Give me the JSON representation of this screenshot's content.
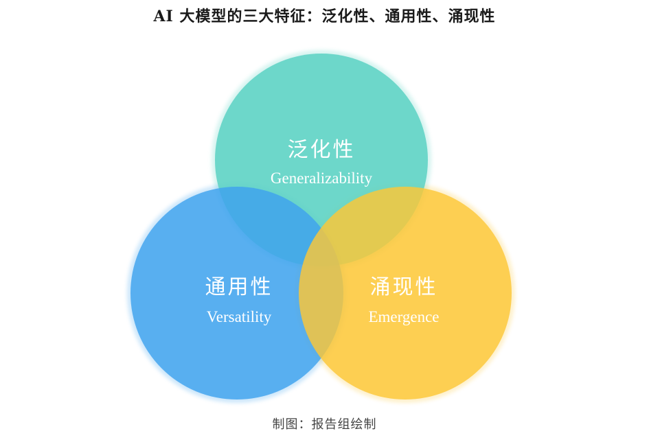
{
  "title": "AI 大模型的三大特征：泛化性、通用性、涌现性",
  "caption": "制图：报告组绘制",
  "colors": {
    "generalizability": "#5fd3c4",
    "versatility": "#3ea2ee",
    "emergence": "#fcc737"
  },
  "features": [
    {
      "name_cn": "泛化性",
      "name_en": "Generalizability"
    },
    {
      "name_cn": "通用性",
      "name_en": "Versatility"
    },
    {
      "name_cn": "涌现性",
      "name_en": "Emergence"
    }
  ]
}
